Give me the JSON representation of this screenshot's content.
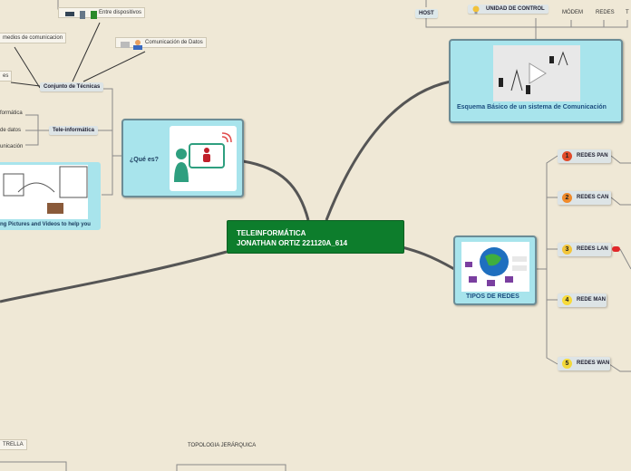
{
  "central": {
    "line1": "TELEINFORMÁTICA",
    "line2": "JONATHAN ORTIZ 221120A_614"
  },
  "que_es": {
    "title": "¿Qué es?"
  },
  "esquema": {
    "title": "Esquema Básico de un sistema de Comunicación"
  },
  "tipos": {
    "title": "TIPOS DE REDES"
  },
  "redes": [
    {
      "num": "1",
      "label": "REDES PAN",
      "color": "#e04a2a"
    },
    {
      "num": "2",
      "label": "REDES CAN",
      "color": "#f08a2a"
    },
    {
      "num": "3",
      "label": "REDES LAN",
      "color": "#f2c53a"
    },
    {
      "num": "4",
      "label": "REDE MAN",
      "color": "#f7da3a"
    },
    {
      "num": "5",
      "label": "REDES WAN",
      "color": "#f2d83a"
    }
  ],
  "top_labels": {
    "host": "HOST",
    "unidad": "UNIDAD DE CONTROL",
    "modem": "MÓDEM",
    "redes": "REDES",
    "t": "T"
  },
  "tecnicas": {
    "title": "Conjunto de Técnicas",
    "entre": "Entre dispositivos",
    "medios": "medios de comunicacion",
    "es": "es",
    "comunicacion_datos": "Comunicación de Datos"
  },
  "tele": {
    "title": "Tele-informática",
    "items": [
      "formática",
      "de datos",
      "unicación"
    ]
  },
  "image_caption": "ng Pictures and Videos to help you",
  "bottom": {
    "estrella": "TRELLA",
    "jerarquica": "TOPOLOGIA JERÁRQUICA"
  }
}
